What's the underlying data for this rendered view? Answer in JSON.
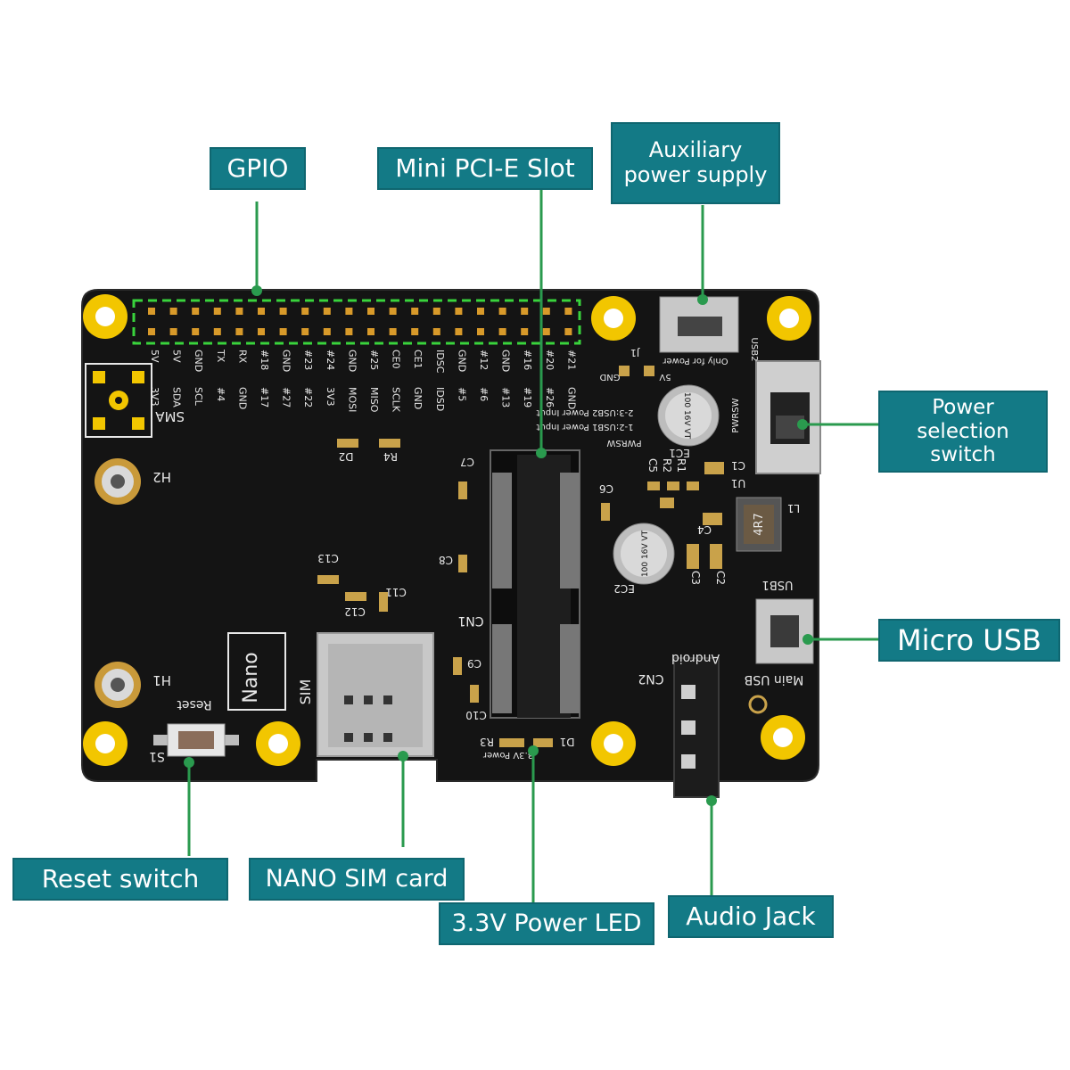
{
  "callouts": {
    "gpio": "GPIO",
    "mini_pcie": "Mini PCI-E Slot",
    "aux_power": "Auxiliary power supply",
    "power_switch": "Power selection switch",
    "micro_usb": "Micro USB",
    "audio_jack": "Audio Jack",
    "power_led": "3.3V Power LED",
    "nano_sim": "NANO SIM card",
    "reset_switch": "Reset switch"
  },
  "board": {
    "gpio_top_pins": [
      "5V",
      "5V",
      "GND",
      "TX",
      "RX",
      "#18",
      "GND",
      "#23",
      "#24",
      "GND",
      "#25",
      "CE0",
      "CE1",
      "IDSC",
      "GND",
      "#12",
      "GND",
      "#16",
      "#20",
      "#21"
    ],
    "gpio_bottom_pins": [
      "3V3",
      "SDA",
      "SCL",
      "#4",
      "GND",
      "#17",
      "#27",
      "#22",
      "3V3",
      "MOSI",
      "MISO",
      "SCLK",
      "GND",
      "IDSD",
      "#5",
      "#6",
      "#13",
      "#19",
      "#26",
      "GND"
    ],
    "sma": "SMA",
    "h2": "H2",
    "h1": "H1",
    "reset": "Reset",
    "s1": "S1",
    "nano": "Nano",
    "sim": "SIM",
    "cn1": "CN1",
    "cn2": "CN2",
    "android": "Android",
    "main_usb": "Main USB",
    "usb1": "USB1",
    "usb2": "USB2",
    "only_for_power": "Only for Power",
    "pwrsw": "PWRSW",
    "pwrsw_note1": "1-2:USB1 Power Input",
    "pwrsw_note2": "2-3:USB2 Power Input",
    "j1": "J1",
    "gnd_j1": "GND",
    "v5_j1": "5V",
    "ec1": "EC1",
    "ec2": "EC2",
    "cap_value": "100 16V VT",
    "inductor": "4R7",
    "l1": "L1",
    "u1": "U1",
    "d1": "D1",
    "d2": "D2",
    "r3": "R3",
    "r4": "R4",
    "power_led_silk": "3.3V Power",
    "c_labels": [
      "C1",
      "C2",
      "C3",
      "C4",
      "C5",
      "C6",
      "C7",
      "C8",
      "C9",
      "C10",
      "C11",
      "C12",
      "C13"
    ],
    "r_labels": [
      "R1",
      "R2"
    ]
  },
  "colors": {
    "label_bg": "#137a86",
    "leader": "#2a9a4e",
    "pcb": "#141414",
    "mount_pad": "#f2c600",
    "gpio_pin": "#d89a2a",
    "gpio_outline": "#39d33c"
  }
}
